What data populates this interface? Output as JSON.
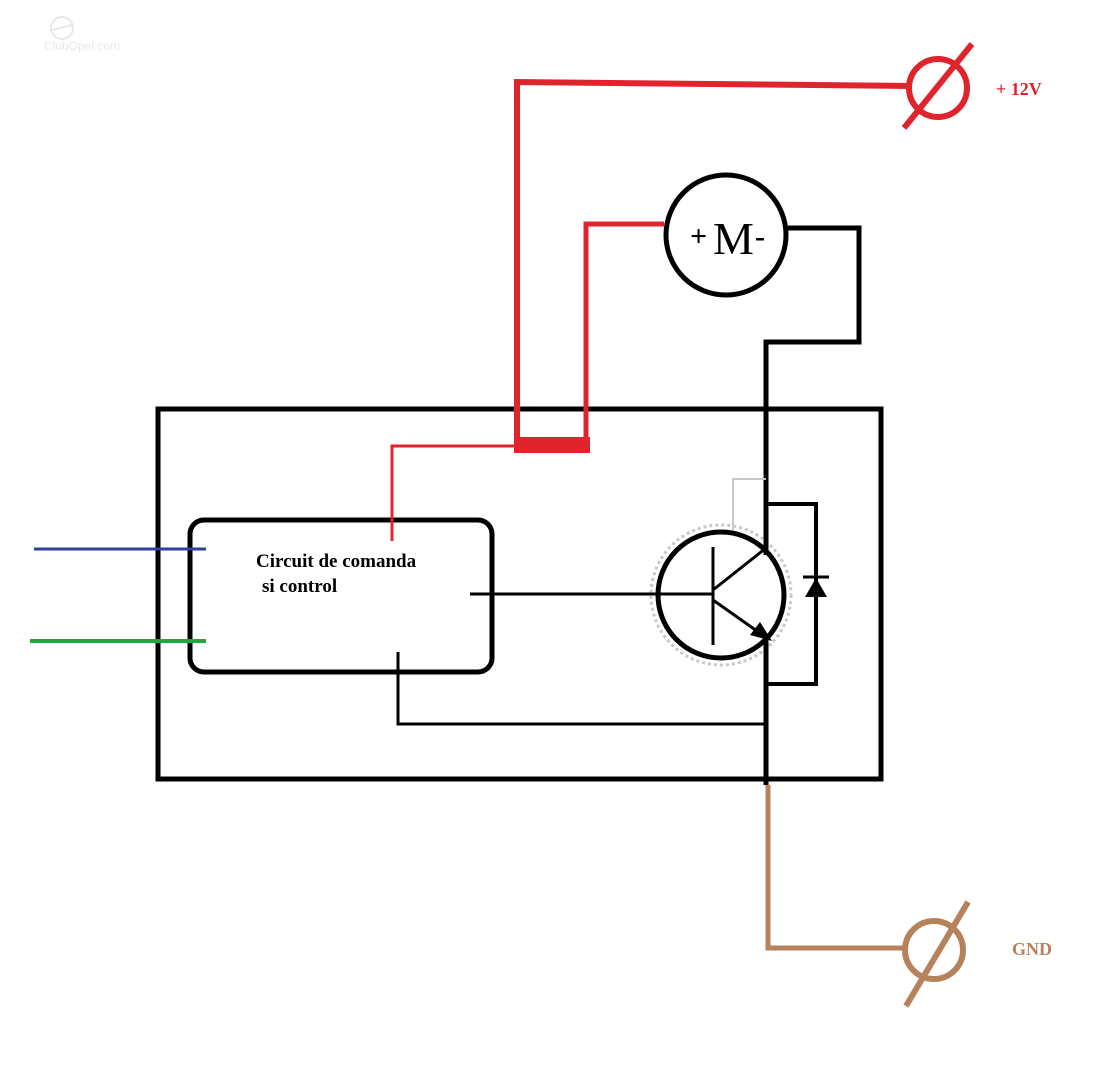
{
  "watermark": {
    "text": "ClubOpel.com"
  },
  "motor": {
    "plus": "+",
    "letter": "M",
    "minus": "-"
  },
  "control_block": {
    "line1": "Circuit de comanda",
    "line2": "si control"
  },
  "terminals": {
    "supply": {
      "label": "+ 12V",
      "color": "#e0242c"
    },
    "ground": {
      "label": "GND",
      "color": "#b5825c"
    }
  },
  "colors": {
    "wire_black": "#000000",
    "wire_red": "#e0242c",
    "wire_brown": "#b5825c",
    "input_blue": "#2f3f9c",
    "input_green": "#20a840",
    "ring_gray": "#c8c8c8"
  }
}
